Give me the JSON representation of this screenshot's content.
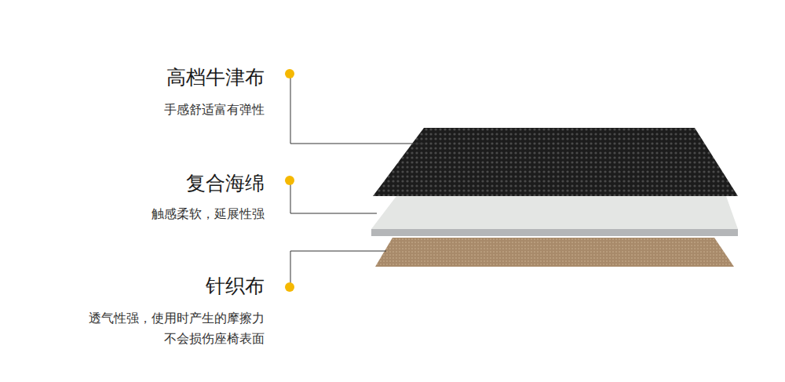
{
  "diagram": {
    "labels": [
      "高档牛津布",
      "手感舒适富有弹性",
      "复合海绵",
      "触感柔软，延展性强",
      "针织布",
      "透气性强，使用时产生的摩擦力 不会损伤座椅表面"
    ]
  }
}
